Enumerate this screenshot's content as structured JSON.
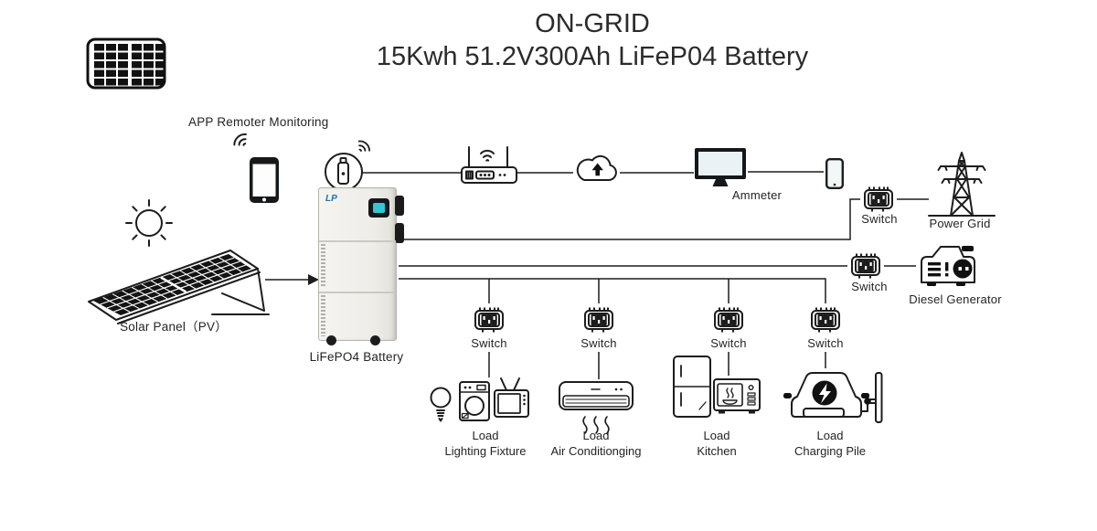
{
  "title": {
    "line1": "ON-GRID",
    "line2": "15Kwh 51.2V300Ah LiFeP04 Battery"
  },
  "monitoring_label": "APP Remoter Monitoring",
  "ammeter_label": "Ammeter",
  "grid_branch": {
    "switch_label": "Switch",
    "label": "Power Grid"
  },
  "generator_branch": {
    "switch_label": "Switch",
    "label": "Diesel Generator"
  },
  "solar_label": "Solar Panel（PV）",
  "battery": {
    "label": "LiFePO4 Battery",
    "logo_text": "LP"
  },
  "loads": [
    {
      "switch_label": "Switch",
      "load_label": "Load",
      "name": "Lighting Fixture"
    },
    {
      "switch_label": "Switch",
      "load_label": "Load",
      "name": "Air Conditionging"
    },
    {
      "switch_label": "Switch",
      "load_label": "Load",
      "name": "Kitchen"
    },
    {
      "switch_label": "Switch",
      "load_label": "Load",
      "name": "Charging Pile"
    }
  ],
  "colors": {
    "line": "#1d1d1d",
    "screen_teal": "#35c6d3",
    "logo_blue": "#1f6fb0"
  }
}
